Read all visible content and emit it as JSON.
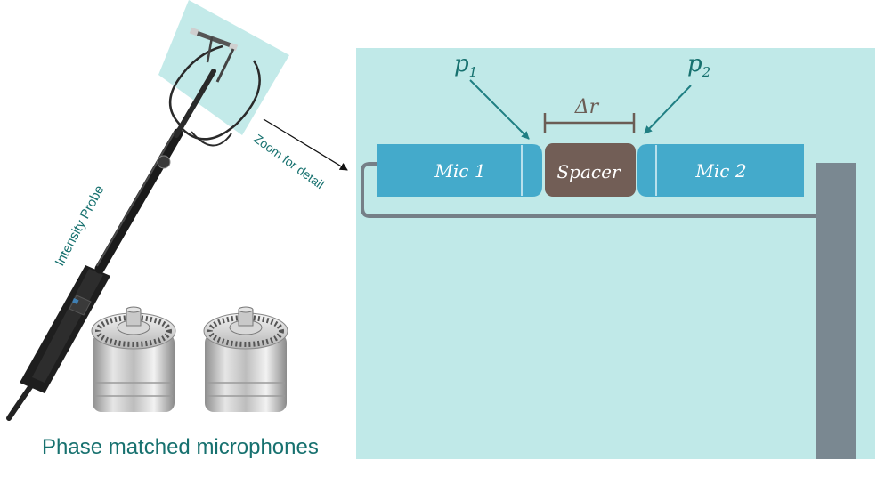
{
  "labels": {
    "p1_main": "p",
    "p1_sub": "1",
    "p2_main": "p",
    "p2_sub": "2",
    "delta_r": "Δr",
    "mic1": "Mic 1",
    "mic2": "Mic 2",
    "spacer": "Spacer",
    "zoom": "Zoom for detail",
    "intensity_probe": "Intensity Probe",
    "phase_matched": "Phase matched microphones"
  },
  "colors": {
    "panel_bg": "#c0e9e8",
    "mic_fill": "#44aacb",
    "spacer_fill": "#725e56",
    "dim_line": "#6b5d55",
    "arrow": "#1f7f83",
    "text_teal": "#17716f",
    "stand": "#7a8891",
    "outline": "#757f87"
  },
  "icons": {
    "probe": "intensity-probe-image",
    "microphones": "microphone-capsule-image"
  }
}
